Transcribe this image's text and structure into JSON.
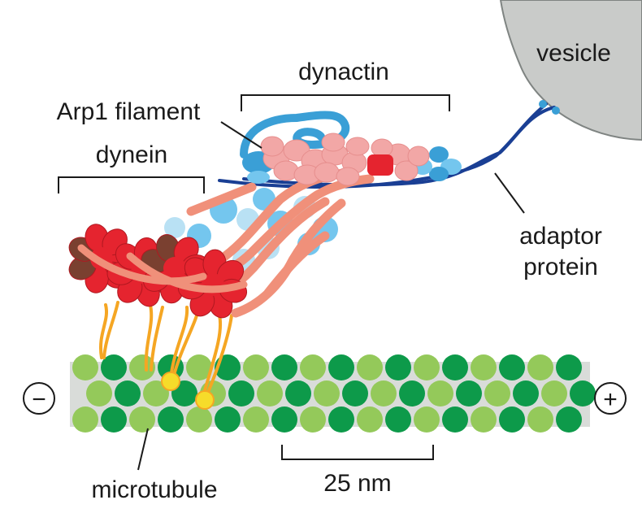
{
  "labels": {
    "vesicle": "vesicle",
    "dynactin": "dynactin",
    "arp1": "Arp1 filament",
    "dynein": "dynein",
    "adaptor_line1": "adaptor",
    "adaptor_line2": "protein",
    "microtubule": "microtubule",
    "scale": "25 nm",
    "minus": "−",
    "plus": "+"
  },
  "colors": {
    "tubulin_light": "#94c95a",
    "tubulin_dark": "#0d9a4a",
    "dynein_red": "#e5242f",
    "dynein_brown": "#7a4030",
    "stalk_salmon": "#f0907a",
    "arp1_pink": "#f2a7a6",
    "dynactin_blue": "#3a9fd6",
    "light_blue": "#74c6ee",
    "pale_blue": "#b9e1f4",
    "adaptor_navy": "#1a3f94",
    "yellow": "#f6dc2a",
    "orange_stalk": "#f5a623",
    "vesicle_gray": "#c9cbc9"
  }
}
